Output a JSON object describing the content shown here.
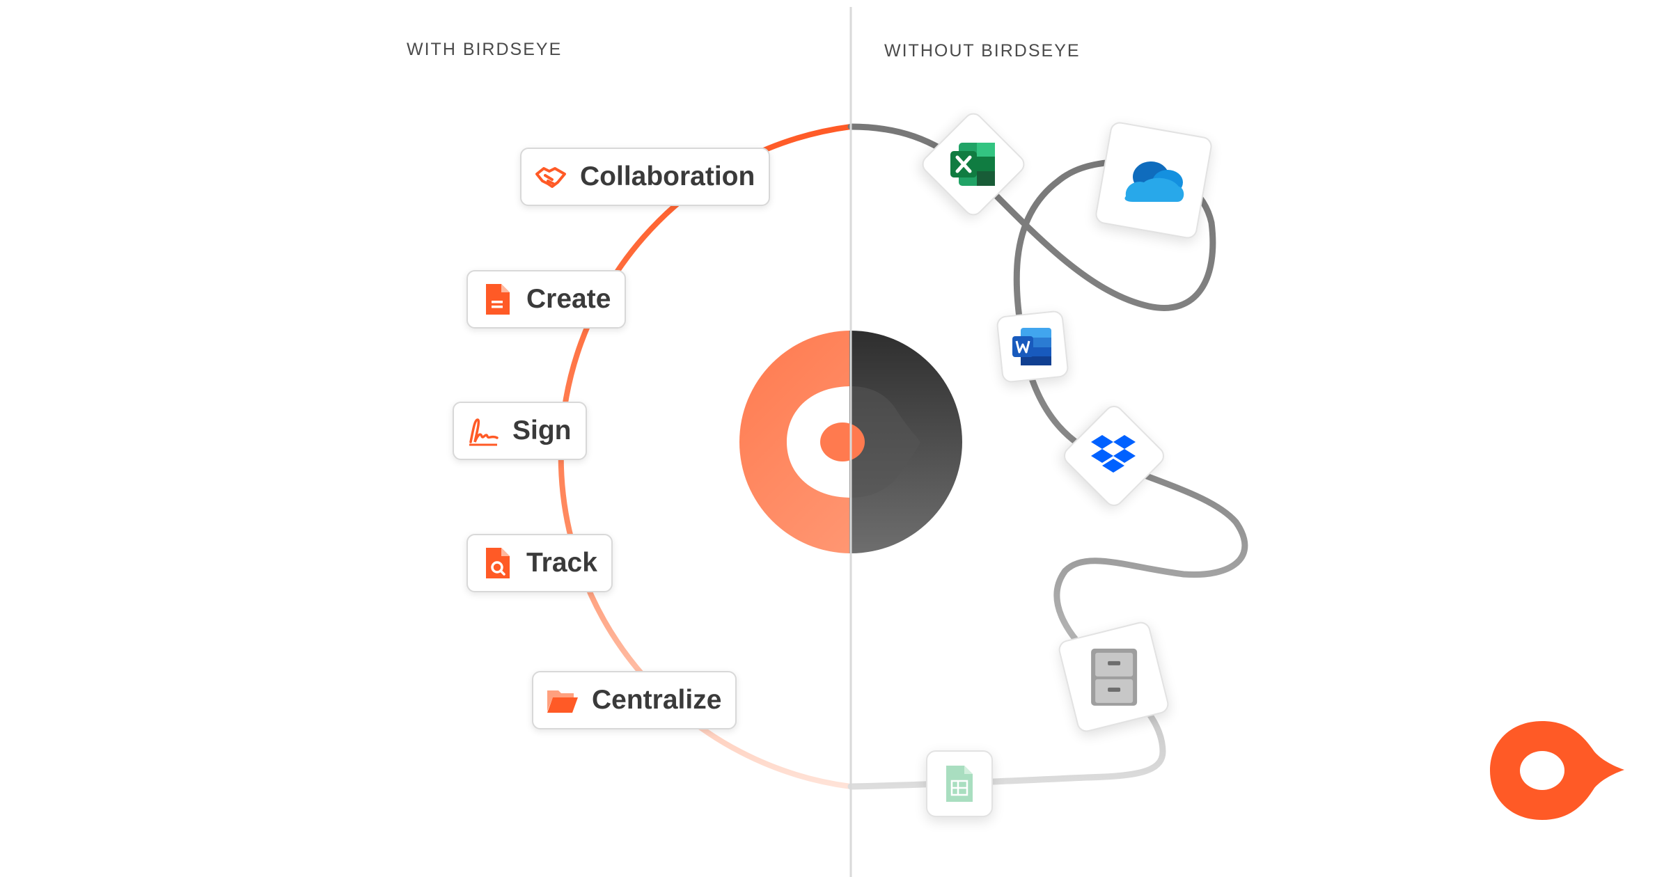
{
  "left_heading": "WITH BIRDSEYE",
  "right_heading": "WITHOUT BIRDSEYE",
  "features": [
    {
      "label": "Collaboration",
      "icon": "handshake-icon"
    },
    {
      "label": "Create",
      "icon": "document-icon"
    },
    {
      "label": "Sign",
      "icon": "signature-icon"
    },
    {
      "label": "Track",
      "icon": "document-search-icon"
    },
    {
      "label": "Centralize",
      "icon": "folder-icon"
    }
  ],
  "apps": [
    {
      "icon": "excel-icon"
    },
    {
      "icon": "onedrive-icon"
    },
    {
      "icon": "word-icon"
    },
    {
      "icon": "dropbox-icon"
    },
    {
      "icon": "file-cabinet-icon"
    },
    {
      "icon": "google-sheets-icon"
    }
  ],
  "colors": {
    "brand": "#FF5A26",
    "dark": "#333333",
    "divider": "#d9d9d9"
  }
}
